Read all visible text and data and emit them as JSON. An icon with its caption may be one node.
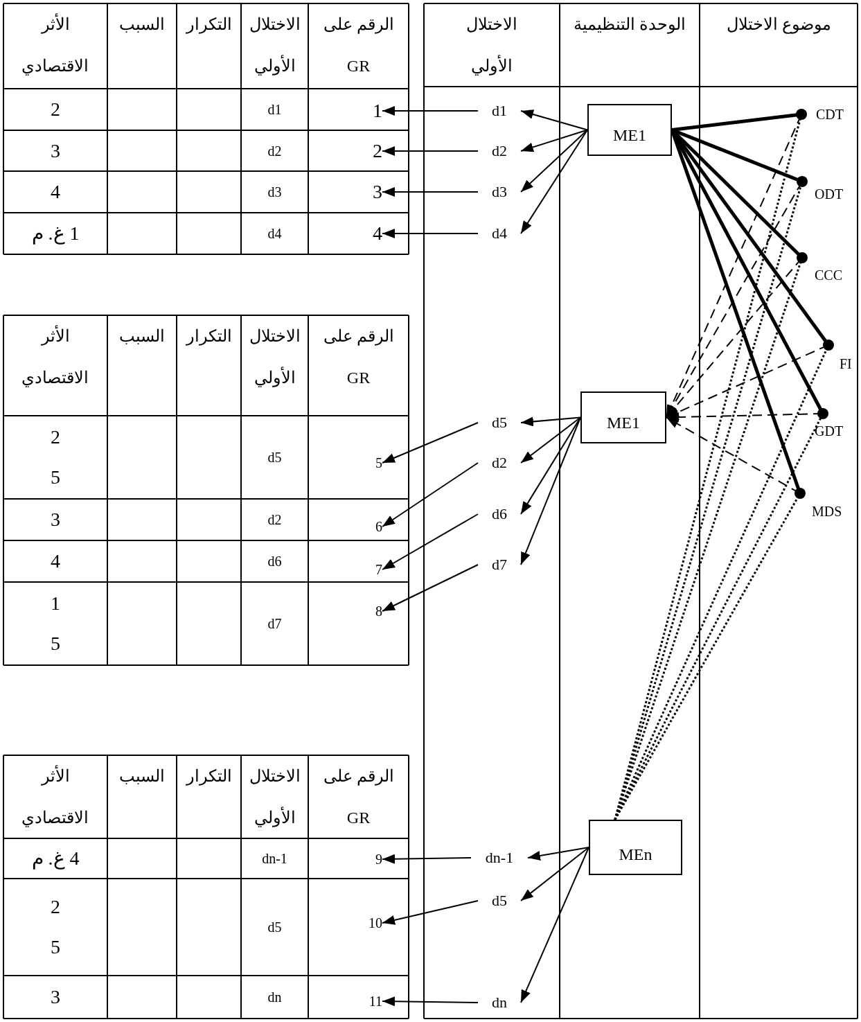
{
  "diagram": {
    "nodes": [
      {
        "text": [
          "ME1"
        ]
      },
      {
        "text": [
          "d1"
        ]
      },
      {
        "text": [
          "d2"
        ]
      },
      {
        "text": [
          "d3"
        ]
      },
      {
        "text": [
          "d4"
        ]
      },
      {
        "text": [
          "1"
        ]
      },
      {
        "text": [
          "2"
        ]
      },
      {
        "text": [
          "3"
        ]
      },
      {
        "text": [
          "4"
        ]
      },
      {
        "text": [
          "ME1"
        ]
      },
      {
        "text": [
          "d5"
        ]
      },
      {
        "text": [
          "d2"
        ]
      },
      {
        "text": [
          "d6"
        ]
      },
      {
        "text": [
          "d7"
        ]
      },
      {
        "text": [
          "5"
        ]
      },
      {
        "text": [
          "6"
        ]
      },
      {
        "text": [
          "7"
        ]
      },
      {
        "text": [
          "8"
        ]
      },
      {
        "text": [
          "MEn"
        ]
      },
      {
        "text": [
          "dn-1"
        ]
      },
      {
        "text": [
          "d5"
        ]
      },
      {
        "text": [
          "dn"
        ]
      },
      {
        "text": [
          "9"
        ]
      },
      {
        "text": [
          "10"
        ]
      },
      {
        "text": [
          "11"
        ]
      },
      {
        "text": [
          "CDT"
        ]
      },
      {
        "text": [
          "ODT"
        ]
      },
      {
        "text": [
          "CCC"
        ]
      },
      {
        "text": [
          "FI"
        ]
      },
      {
        "text": [
          "GDT"
        ]
      },
      {
        "text": [
          "MDS"
        ]
      }
    ],
    "edges": [
      {
        "from": 0,
        "to": 1,
        "arrow": "to"
      },
      {
        "from": 0,
        "to": 2,
        "arrow": "to"
      },
      {
        "from": 0,
        "to": 3,
        "arrow": "to"
      },
      {
        "from": 0,
        "to": 4,
        "arrow": "to"
      },
      {
        "from": 1,
        "to": 5,
        "arrow": "to"
      },
      {
        "from": 2,
        "to": 6,
        "arrow": "to"
      },
      {
        "from": 3,
        "to": 7,
        "arrow": "to"
      },
      {
        "from": 4,
        "to": 8,
        "arrow": "to"
      },
      {
        "from": 9,
        "to": 10,
        "arrow": "to"
      },
      {
        "from": 9,
        "to": 11,
        "arrow": "to"
      },
      {
        "from": 9,
        "to": 12,
        "arrow": "to"
      },
      {
        "from": 9,
        "to": 13,
        "arrow": "to"
      },
      {
        "from": 10,
        "to": 14,
        "arrow": "to"
      },
      {
        "from": 11,
        "to": 15,
        "arrow": "to"
      },
      {
        "from": 12,
        "to": 16,
        "arrow": "to"
      },
      {
        "from": 13,
        "to": 17,
        "arrow": "to"
      },
      {
        "from": 18,
        "to": 19,
        "arrow": "to"
      },
      {
        "from": 18,
        "to": 20,
        "arrow": "to"
      },
      {
        "from": 18,
        "to": 21,
        "arrow": "to"
      },
      {
        "from": 19,
        "to": 22,
        "arrow": "to"
      },
      {
        "from": 20,
        "to": 23,
        "arrow": "to"
      },
      {
        "from": 21,
        "to": 24,
        "arrow": "to"
      },
      {
        "from": 0,
        "to": 25,
        "arrow": "none",
        "style": "thick"
      },
      {
        "from": 0,
        "to": 26,
        "arrow": "none",
        "style": "thick"
      },
      {
        "from": 0,
        "to": 27,
        "arrow": "none",
        "style": "thick"
      },
      {
        "from": 0,
        "to": 28,
        "arrow": "none",
        "style": "thick"
      },
      {
        "from": 0,
        "to": 29,
        "arrow": "none",
        "style": "thick"
      },
      {
        "from": 0,
        "to": 30,
        "arrow": "none",
        "style": "thick"
      },
      {
        "from": 25,
        "to": 9,
        "arrow": "to",
        "style": "dashed"
      },
      {
        "from": 26,
        "to": 9,
        "arrow": "to",
        "style": "dashed"
      },
      {
        "from": 27,
        "to": 9,
        "arrow": "to",
        "style": "dashed"
      },
      {
        "from": 28,
        "to": 9,
        "arrow": "to",
        "style": "dashed"
      },
      {
        "from": 29,
        "to": 9,
        "arrow": "to",
        "style": "dashed"
      },
      {
        "from": 30,
        "to": 9,
        "arrow": "to",
        "style": "dashed"
      },
      {
        "from": 18,
        "to": 25,
        "arrow": "none",
        "style": "dashed"
      },
      {
        "from": 18,
        "to": 26,
        "arrow": "none",
        "style": "dashed"
      },
      {
        "from": 18,
        "to": 27,
        "arrow": "none",
        "style": "dashed"
      },
      {
        "from": 18,
        "to": 28,
        "arrow": "none",
        "style": "dashed"
      },
      {
        "from": 18,
        "to": 29,
        "arrow": "none",
        "style": "dashed"
      },
      {
        "from": 18,
        "to": 30,
        "arrow": "none",
        "style": "dashed"
      }
    ],
    "labels": [
      "موضوع الاختلال",
      "الوحدة التنظيمية",
      "الاختلال الأولي",
      "الرقم على GR",
      "الاختلال الأولي",
      "التكرار",
      "السبب",
      "الأثر الاقتصادي",
      "d1",
      "2",
      "d2",
      "3",
      "d3",
      "4",
      "d4",
      "1 غ. م",
      "الرقم على GR",
      "الاختلال الأولي",
      "التكرار",
      "السبب",
      "الأثر الاقتصادي",
      "d5",
      "2 5",
      "d2",
      "3",
      "d6",
      "4",
      "d7",
      "1 5",
      "الرقم على GR",
      "الاختلال الأولي",
      "التكرار",
      "السبب",
      "الأثر الاقتصادي",
      "dn-1",
      "4 غ. م",
      "d5",
      "2 5",
      "dn",
      "3"
    ]
  }
}
